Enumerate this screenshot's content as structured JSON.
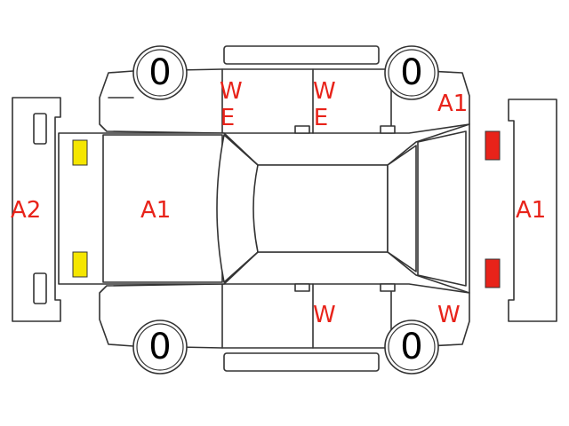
{
  "colors": {
    "mark": "#e8231a",
    "outline": "#333333",
    "tire_text": "#000000",
    "front_lights": "#f5e600",
    "rear_lights": "#e8231a"
  },
  "tires": {
    "front_left": "0",
    "front_right": "0",
    "rear_left": "0",
    "rear_right": "0"
  },
  "marks": {
    "front_bumper": "A2",
    "hood": "A1",
    "front_right_fender": "A1",
    "rear_bumper": "A1",
    "front_right_door": "WE",
    "rear_right_door": "WE",
    "rear_left_door": "W",
    "rear_left_fender": "W"
  }
}
